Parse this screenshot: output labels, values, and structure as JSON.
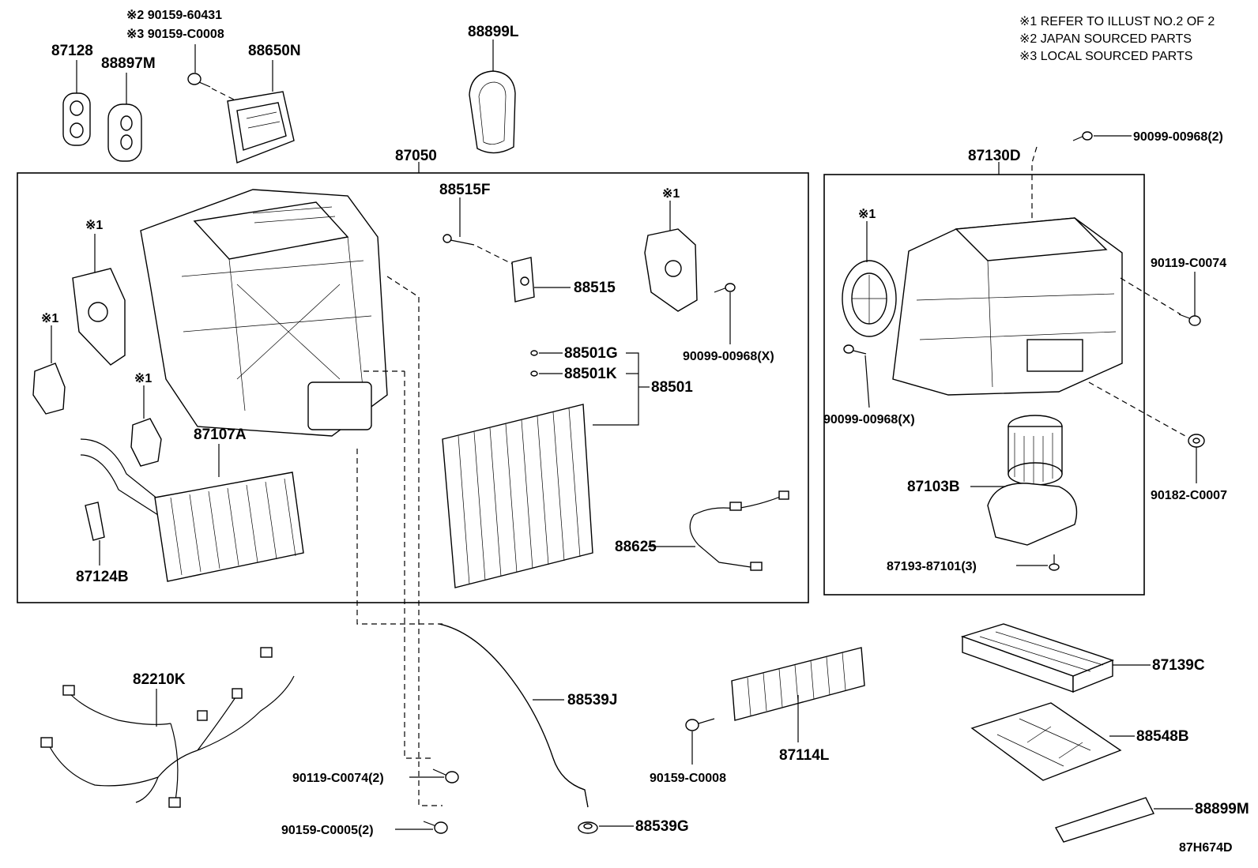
{
  "notes": [
    "※1 REFER TO ILLUST NO.2 OF 2",
    "※2 JAPAN SOURCED PARTS",
    "※3 LOCAL SOURCED PARTS"
  ],
  "diagram_id": "87H674D",
  "group_labels": {
    "main_unit": "87050",
    "blower_unit": "87130D"
  },
  "labels": {
    "p87128": "87128",
    "p88897M": "88897M",
    "p90159_60431": "※2 90159-60431",
    "p90159_C0008_top": "※3 90159-C0008",
    "p88650N": "88650N",
    "p88899L": "88899L",
    "p90099_00968_2": "90099-00968(2)",
    "p88515F": "88515F",
    "p88515": "88515",
    "ref1_a": "※1",
    "ref1_b": "※1",
    "ref1_c": "※1",
    "ref1_d": "※1",
    "ref1_e": "※1",
    "p90099_00968_X_a": "90099-00968(X)",
    "p90099_00968_X_b": "90099-00968(X)",
    "p88501G": "88501G",
    "p88501K": "88501K",
    "p88501": "88501",
    "p87107A": "87107A",
    "p87124B": "87124B",
    "p88625": "88625",
    "p90119_C0074": "90119-C0074",
    "p87103B": "87103B",
    "p90182_C0007": "90182-C0007",
    "p87193_87101_3": "87193-87101(3)",
    "p82210K": "82210K",
    "p88539J": "88539J",
    "p90119_C0074_2": "90119-C0074(2)",
    "p90159_C0005_2": "90159-C0005(2)",
    "p88539G": "88539G",
    "p90159_C0008_bottom": "90159-C0008",
    "p87114L": "87114L",
    "p87139C": "87139C",
    "p88548B": "88548B",
    "p88899M": "88899M"
  }
}
